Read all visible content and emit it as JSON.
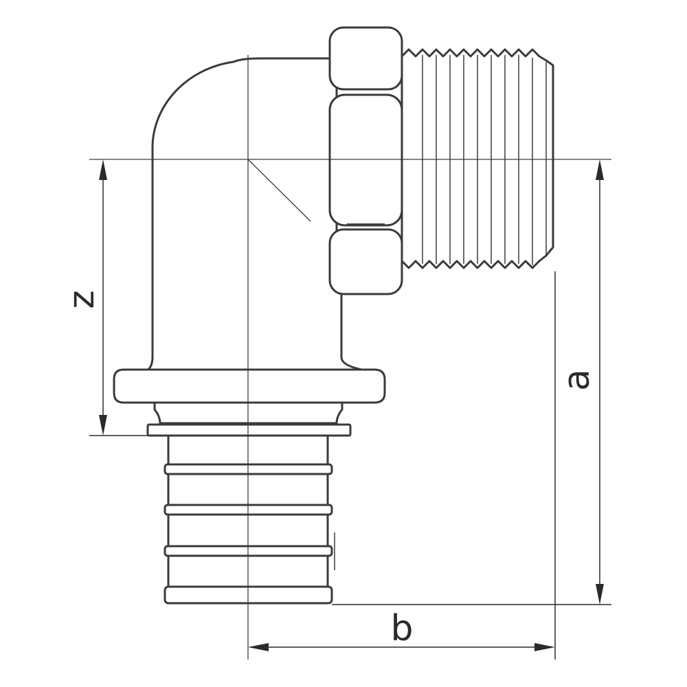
{
  "dimension_labels": {
    "z": "z",
    "a": "a",
    "b": "b"
  }
}
